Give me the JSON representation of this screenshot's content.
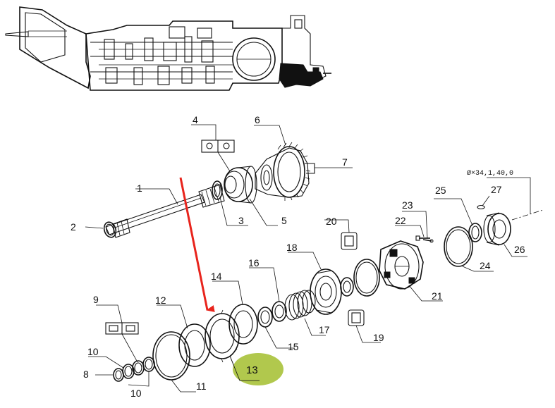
{
  "colors": {
    "ink": "#111111",
    "arrow": "#e8241c",
    "highlight": "#a9c23a"
  },
  "callouts": {
    "p1": "1",
    "p2": "2",
    "p3": "3",
    "p4": "4",
    "p5": "5",
    "p6": "6",
    "p7": "7",
    "p8": "8",
    "p9": "9",
    "p10a": "10",
    "p10b": "10",
    "p11": "11",
    "p12": "12",
    "p13": "13",
    "p14": "14",
    "p15": "15",
    "p16": "16",
    "p17": "17",
    "p18": "18",
    "p19": "19",
    "p20": "20",
    "p21": "21",
    "p22": "22",
    "p23": "23",
    "p24": "24",
    "p25": "25",
    "p26": "26",
    "p27": "27"
  },
  "reference_code": "Ø×34,1,40,0",
  "highlighted_part": "13"
}
